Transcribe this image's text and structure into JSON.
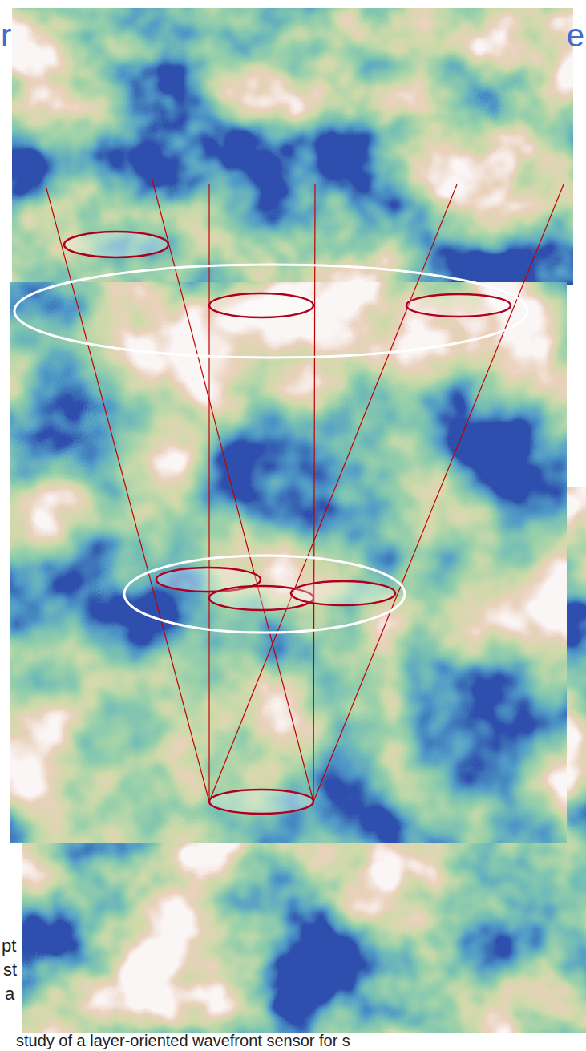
{
  "diagram": {
    "labels": [
      "r",
      "e",
      "pt",
      "st",
      "a",
      "study of a layer-oriented wavefront sensor for s"
    ]
  }
}
